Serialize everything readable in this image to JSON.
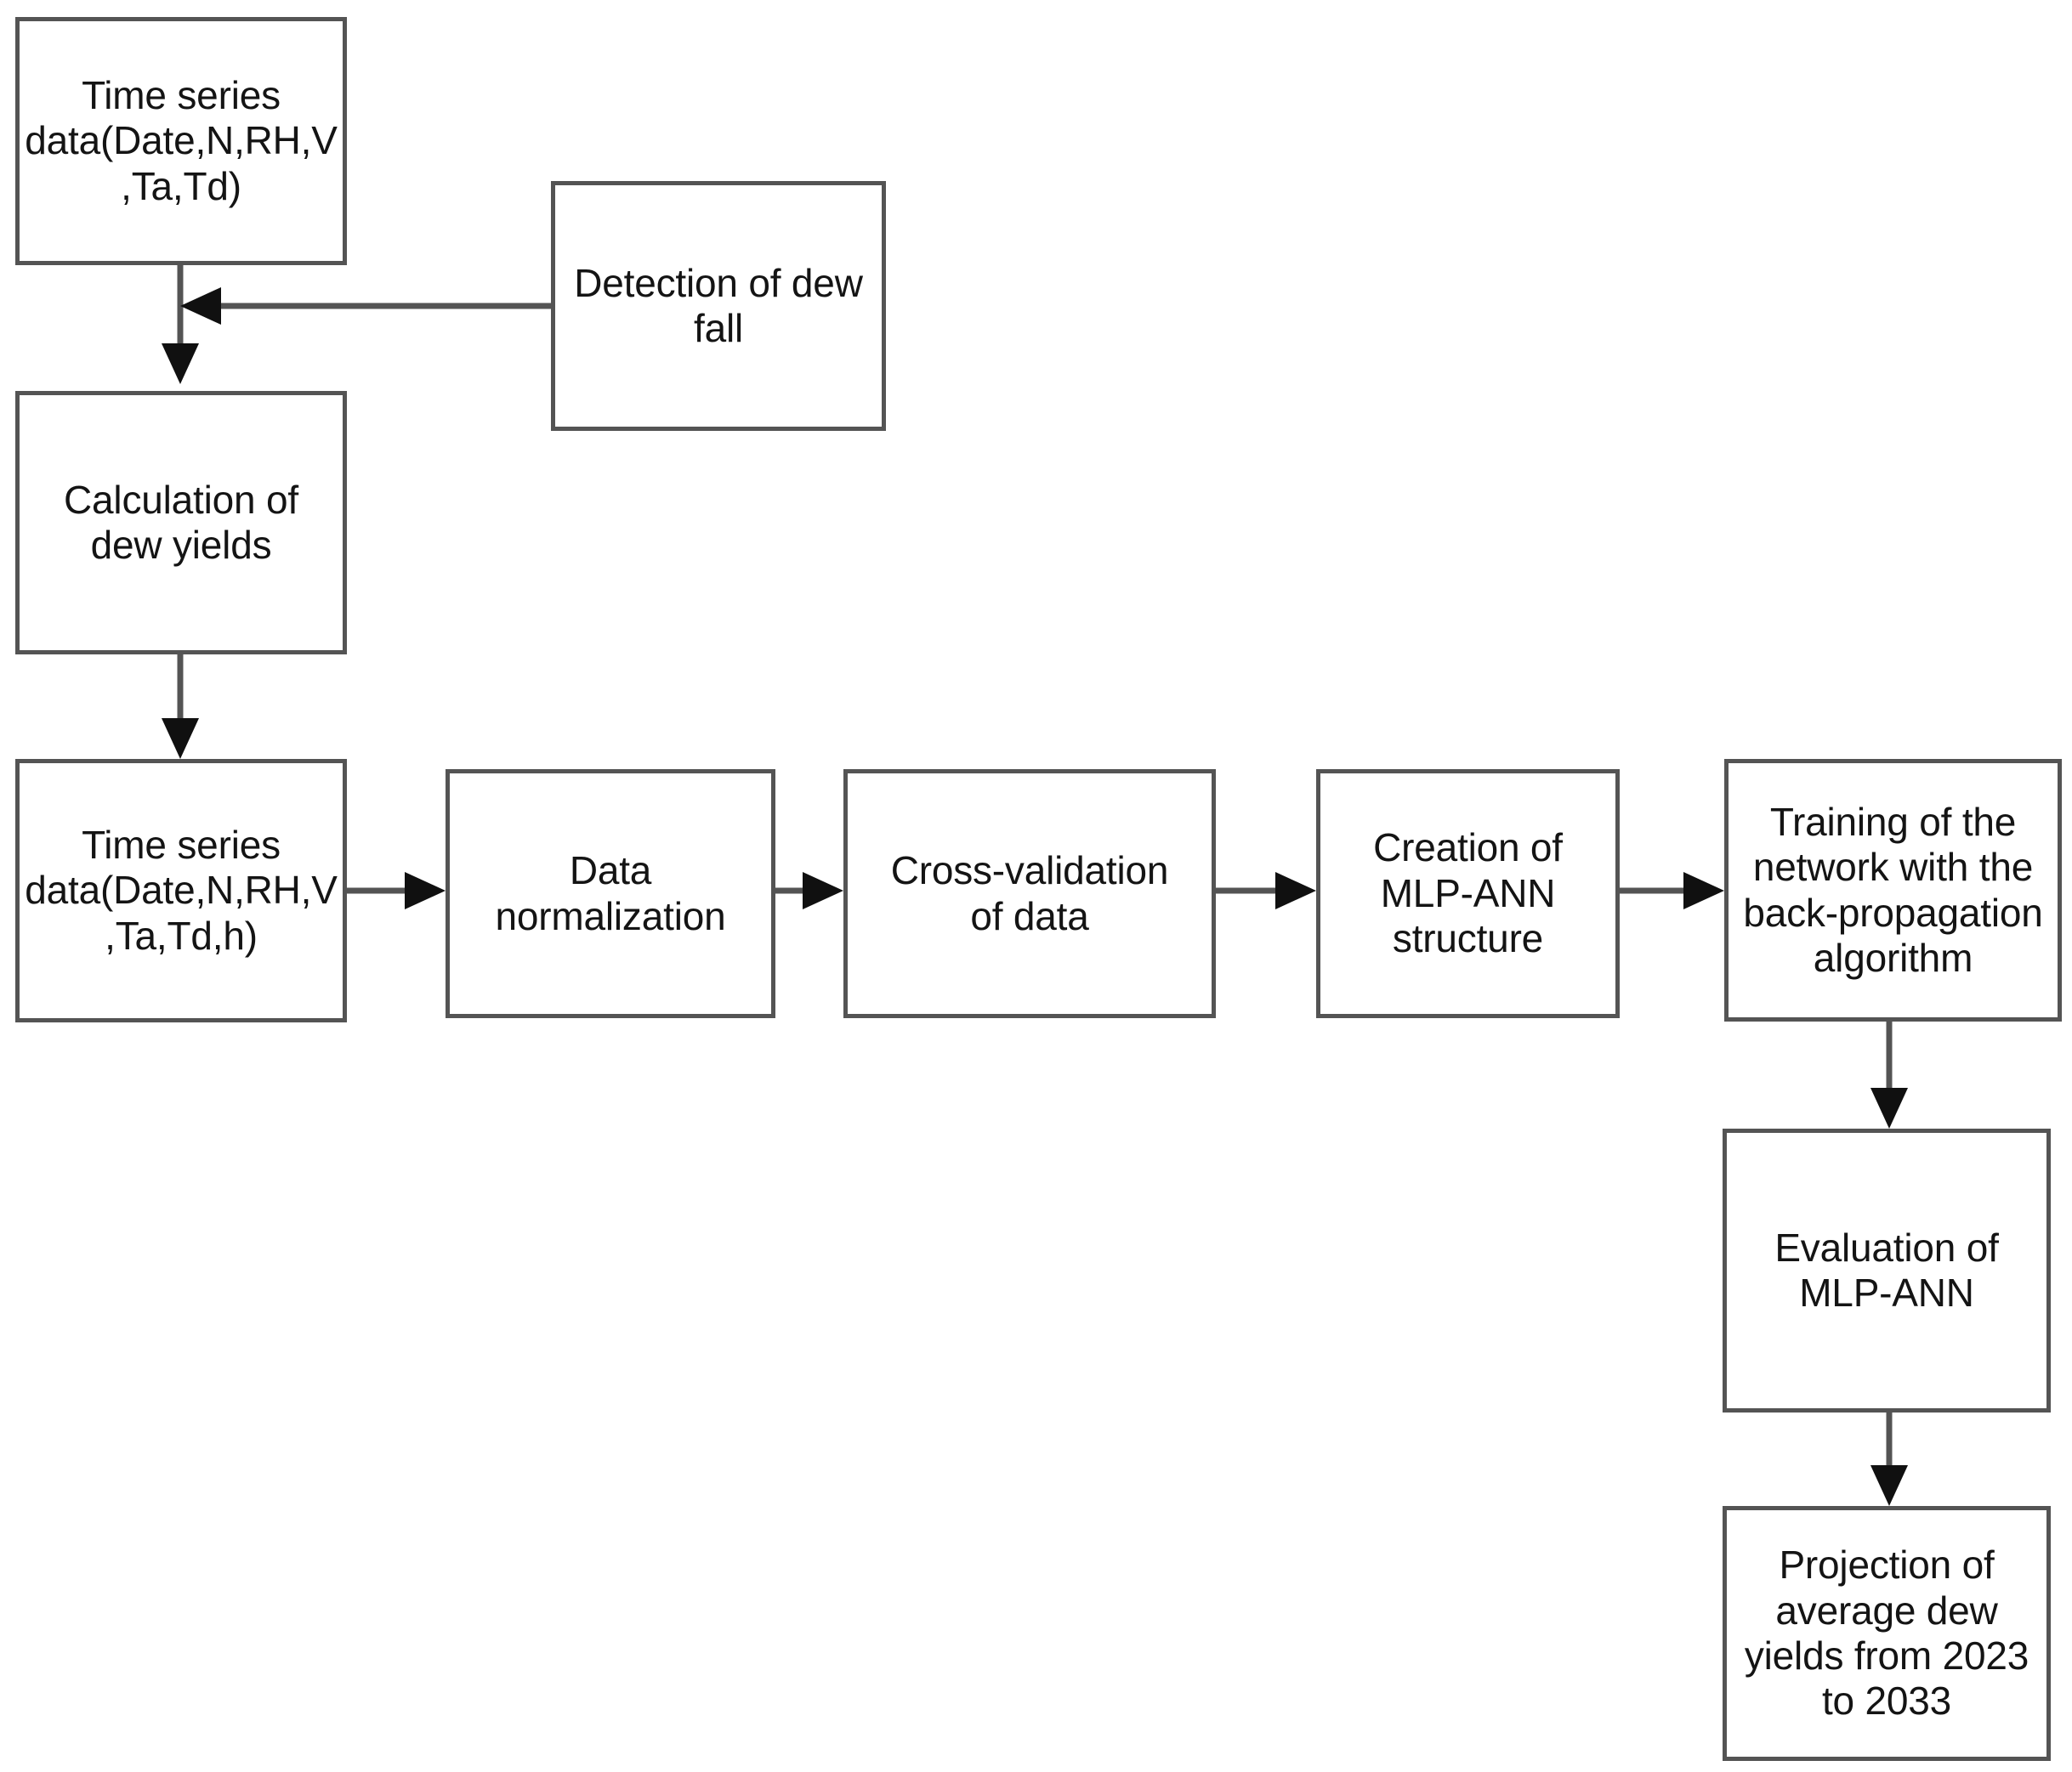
{
  "diagram": {
    "title": "Methodology flowchart for MLP-ANN dew yield projection",
    "stroke_color": "#545454",
    "text_color": "#141414",
    "background_color": "#ffffff",
    "nodes": [
      {
        "id": "time-series-input",
        "label": "Time series\ndata(Date,N,RH,V\n,Ta,Td)"
      },
      {
        "id": "detection-of-dew-fall",
        "label": "Detection of dew\nfall"
      },
      {
        "id": "calculation-of-dew-yields",
        "label": "Calculation of\ndew yields"
      },
      {
        "id": "time-series-with-h",
        "label": "Time series\ndata(Date,N,RH,V\n,Ta,Td,h)"
      },
      {
        "id": "data-normalization",
        "label": "Data\nnormalization"
      },
      {
        "id": "cross-validation-of-data",
        "label": "Cross-validation\nof data"
      },
      {
        "id": "creation-of-mlp-ann-structure",
        "label": "Creation of\nMLP-ANN\nstructure"
      },
      {
        "id": "training-of-the-network",
        "label": "Training of the\nnetwork with the\nback-propagation\nalgorithm"
      },
      {
        "id": "evaluation-of-mlp-ann",
        "label": "Evaluation of\nMLP-ANN"
      },
      {
        "id": "projection-of-average-dew-yields",
        "label": "Projection of\naverage dew\nyields from 2023\nto 2033"
      }
    ],
    "edges": [
      {
        "id": "edge-detection-to-junction",
        "from": "detection-of-dew-fall",
        "to": "time-series-input",
        "direction": "left"
      },
      {
        "id": "edge-input-to-calculation",
        "from": "time-series-input",
        "to": "calculation-of-dew-yields",
        "direction": "down"
      },
      {
        "id": "edge-calculation-to-series",
        "from": "calculation-of-dew-yields",
        "to": "time-series-with-h",
        "direction": "down"
      },
      {
        "id": "edge-series-to-normalization",
        "from": "time-series-with-h",
        "to": "data-normalization",
        "direction": "right"
      },
      {
        "id": "edge-normalization-to-crossval",
        "from": "data-normalization",
        "to": "cross-validation-of-data",
        "direction": "right"
      },
      {
        "id": "edge-crossval-to-creation",
        "from": "cross-validation-of-data",
        "to": "creation-of-mlp-ann-structure",
        "direction": "right"
      },
      {
        "id": "edge-creation-to-training",
        "from": "creation-of-mlp-ann-structure",
        "to": "training-of-the-network",
        "direction": "right"
      },
      {
        "id": "edge-training-to-evaluation",
        "from": "training-of-the-network",
        "to": "evaluation-of-mlp-ann",
        "direction": "down"
      },
      {
        "id": "edge-evaluation-to-projection",
        "from": "evaluation-of-mlp-ann",
        "to": "projection-of-average-dew-yields",
        "direction": "down"
      }
    ]
  }
}
